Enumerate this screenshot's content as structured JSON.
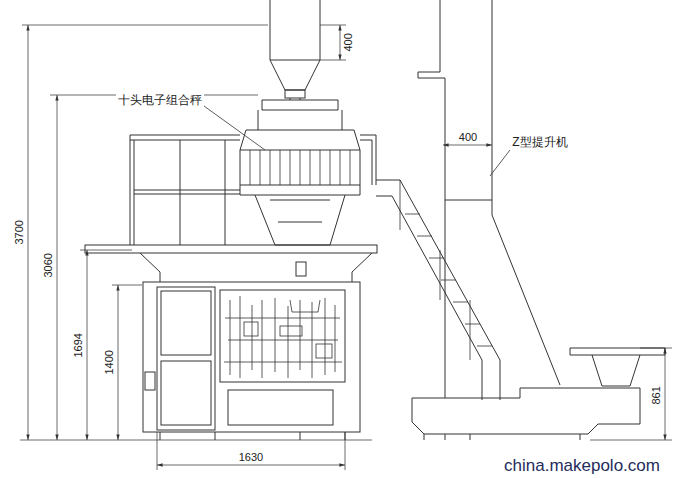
{
  "diagram": {
    "labels": [
      "400",
      "十头电子组合秤",
      "400",
      "Z型提升机",
      "3700",
      "3060",
      "1694",
      "1400",
      "861",
      "1630",
      "china.makepolo.com"
    ]
  }
}
